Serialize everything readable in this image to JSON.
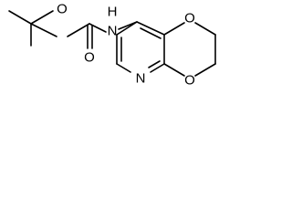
{
  "molecule": {
    "atom_labels": {
      "carbonyl_oxygen": "O",
      "ester_oxygen": "O",
      "amide_nitrogen_h": "H",
      "amide_nitrogen": "N",
      "pyridine_nitrogen": "N",
      "ring_oxygen_upper": "O",
      "ring_oxygen_lower": "O"
    }
  }
}
